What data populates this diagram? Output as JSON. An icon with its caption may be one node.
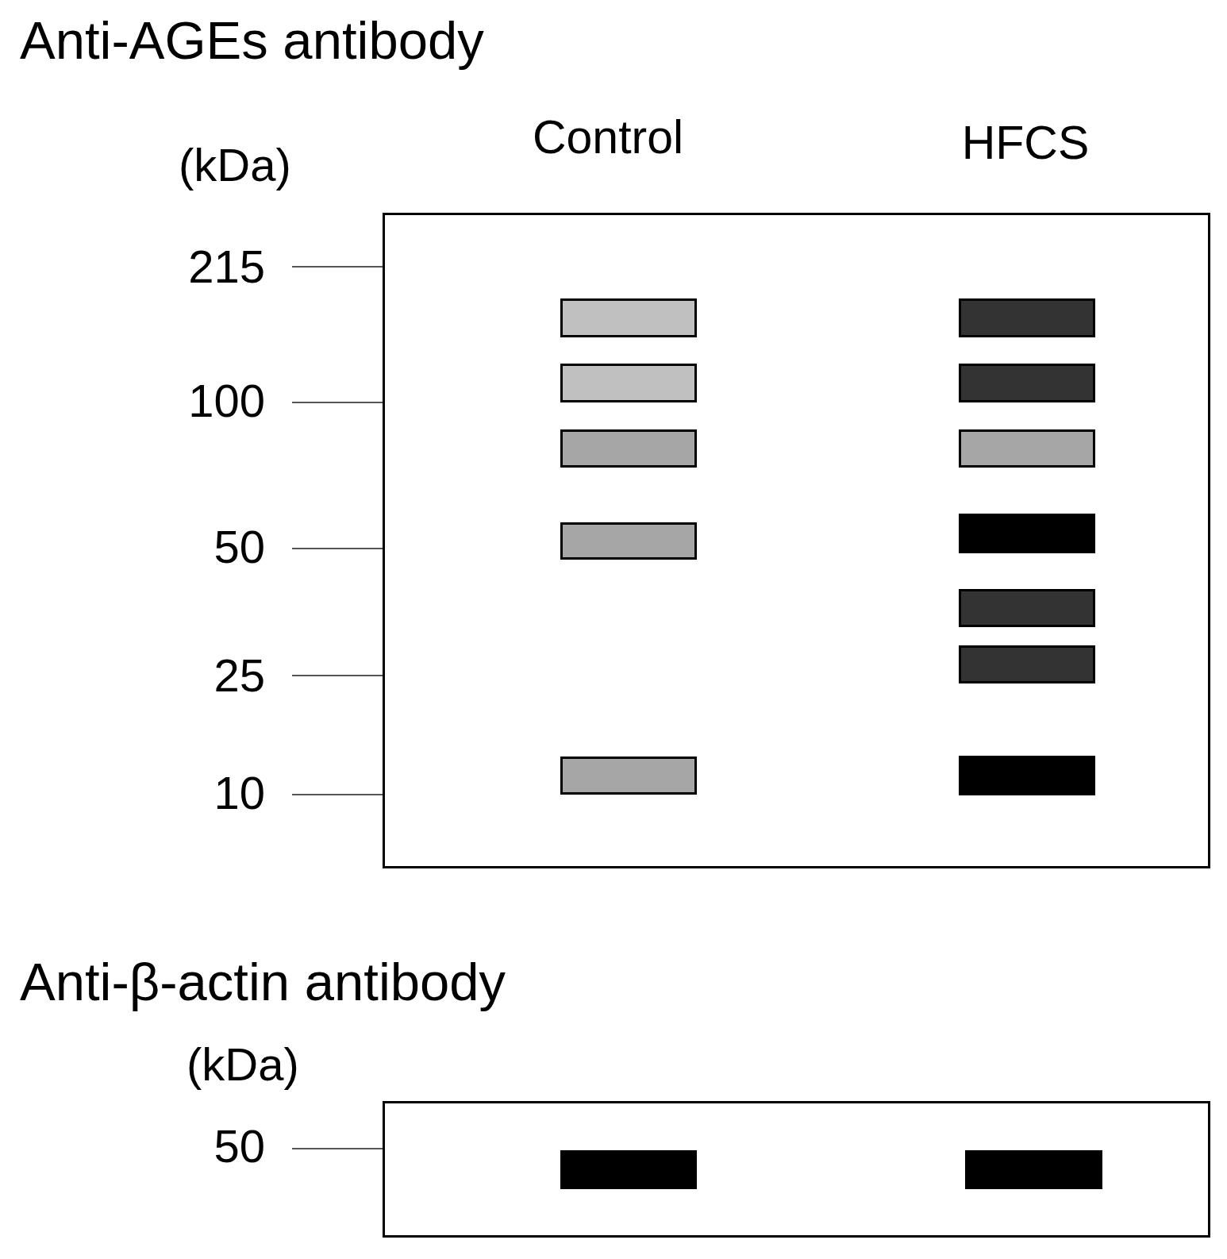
{
  "diagram": {
    "nodes": [
      {
        "text": [],
        "shape": "box"
      },
      {
        "text": [],
        "shape": "bar",
        "in": 0
      },
      {
        "text": [],
        "shape": "bar",
        "in": 0
      },
      {
        "text": [],
        "shape": "bar",
        "in": 0
      },
      {
        "text": [],
        "shape": "bar",
        "in": 0
      },
      {
        "text": [],
        "shape": "bar",
        "in": 0
      },
      {
        "text": [],
        "shape": "bar",
        "in": 0
      },
      {
        "text": [],
        "shape": "bar",
        "in": 0
      },
      {
        "text": [],
        "shape": "bar",
        "in": 0
      },
      {
        "text": [],
        "shape": "bar",
        "in": 0
      },
      {
        "text": [],
        "shape": "bar",
        "in": 0
      },
      {
        "text": [],
        "shape": "bar",
        "in": 0
      },
      {
        "text": [],
        "shape": "bar",
        "in": 0
      },
      {
        "text": [],
        "shape": "box"
      },
      {
        "text": [],
        "shape": "bar",
        "in": 13
      },
      {
        "text": [],
        "shape": "bar",
        "in": 13
      }
    ],
    "labels": [
      "Anti-AGEs antibody",
      "Control",
      "HFCS",
      "(kDa)",
      "215",
      "100",
      "50",
      "25",
      "10",
      "Anti-β-actin antibody",
      "(kDa)",
      "50"
    ]
  }
}
